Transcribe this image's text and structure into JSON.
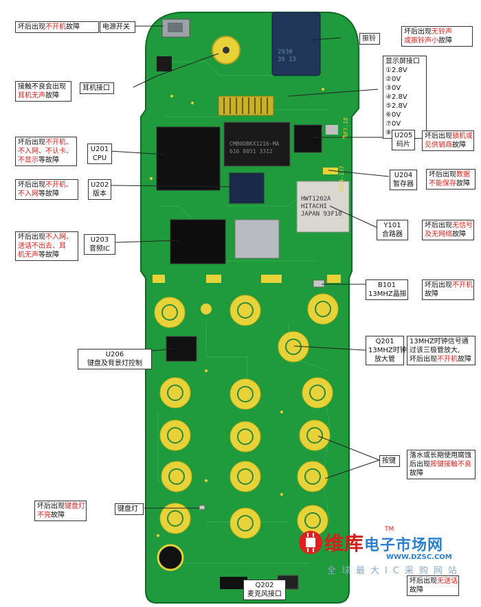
{
  "colors": {
    "board": "#1f9a3c",
    "board_dark": "#157a2c",
    "pad": "#e8d23a",
    "red": "#e0201c"
  },
  "callouts": {
    "power_switch": {
      "lines": [
        {
          "parts": [
            {
              "t": "电源开关",
              "red": false
            }
          ]
        }
      ]
    },
    "power_switch_fault": {
      "lines": [
        {
          "parts": [
            {
              "t": "坏后出现",
              "red": false
            },
            {
              "t": "不开机",
              "red": true
            },
            {
              "t": "故障",
              "red": false
            }
          ]
        }
      ]
    },
    "vibrator": {
      "lines": [
        {
          "parts": [
            {
              "t": "振铃",
              "red": false
            }
          ]
        }
      ]
    },
    "vibrator_fault": {
      "lines": [
        {
          "parts": [
            {
              "t": "坏后出现",
              "red": false
            },
            {
              "t": "无铃声",
              "red": true
            }
          ]
        },
        {
          "parts": [
            {
              "t": "或振铃声小",
              "red": true
            },
            {
              "t": "故障",
              "red": false
            }
          ]
        }
      ]
    },
    "earphone_fault": {
      "lines": [
        {
          "parts": [
            {
              "t": "接触不良会出现",
              "red": false
            }
          ]
        },
        {
          "parts": [
            {
              "t": "耳机无声",
              "red": true
            },
            {
              "t": "故障",
              "red": false
            }
          ]
        }
      ]
    },
    "earphone": {
      "lines": [
        {
          "parts": [
            {
              "t": "耳机接口",
              "red": false
            }
          ]
        }
      ]
    },
    "display_pins": {
      "lines": [
        {
          "parts": [
            {
              "t": "显示屏接口",
              "red": false
            }
          ]
        },
        {
          "parts": [
            {
              "t": "①2.8V",
              "red": false
            }
          ]
        },
        {
          "parts": [
            {
              "t": "②0V",
              "red": false
            }
          ]
        },
        {
          "parts": [
            {
              "t": "③0V",
              "red": false
            }
          ]
        },
        {
          "parts": [
            {
              "t": "④2.8V",
              "red": false
            }
          ]
        },
        {
          "parts": [
            {
              "t": "⑤2.8V",
              "red": false
            }
          ]
        },
        {
          "parts": [
            {
              "t": "⑥0V",
              "red": false
            }
          ]
        },
        {
          "parts": [
            {
              "t": "⑦0V",
              "red": false
            }
          ]
        },
        {
          "parts": [
            {
              "t": "⑧2.8V",
              "red": false
            }
          ]
        }
      ]
    },
    "u205": {
      "lines": [
        {
          "parts": [
            {
              "t": "U205",
              "red": false
            }
          ]
        },
        {
          "parts": [
            {
              "t": "码片",
              "red": false
            }
          ]
        }
      ]
    },
    "u205_fault": {
      "lines": [
        {
          "parts": [
            {
              "t": "坏后出现",
              "red": false
            },
            {
              "t": "锁机或",
              "red": true
            }
          ]
        },
        {
          "parts": [
            {
              "t": "见供销商",
              "red": true
            },
            {
              "t": "故障",
              "red": false
            }
          ]
        }
      ]
    },
    "u201_fault": {
      "lines": [
        {
          "parts": [
            {
              "t": "坏后出现",
              "red": false
            },
            {
              "t": "不开机、",
              "red": true
            }
          ]
        },
        {
          "parts": [
            {
              "t": "不入网、不认卡、",
              "red": true
            }
          ]
        },
        {
          "parts": [
            {
              "t": "不显示",
              "red": true
            },
            {
              "t": "等故障",
              "red": false
            }
          ]
        }
      ]
    },
    "u201": {
      "lines": [
        {
          "parts": [
            {
              "t": "U201",
              "red": false
            }
          ]
        },
        {
          "parts": [
            {
              "t": "CPU",
              "red": false
            }
          ]
        }
      ]
    },
    "u204": {
      "lines": [
        {
          "parts": [
            {
              "t": "U204",
              "red": false
            }
          ]
        },
        {
          "parts": [
            {
              "t": "暂存器",
              "red": false
            }
          ]
        }
      ]
    },
    "u204_fault": {
      "lines": [
        {
          "parts": [
            {
              "t": "坏后出现",
              "red": false
            },
            {
              "t": "数据",
              "red": true
            }
          ]
        },
        {
          "parts": [
            {
              "t": "不能保存",
              "red": true
            },
            {
              "t": "故障",
              "red": false
            }
          ]
        }
      ]
    },
    "u202_fault": {
      "lines": [
        {
          "parts": [
            {
              "t": "坏后出现",
              "red": false
            },
            {
              "t": "不开机、",
              "red": true
            }
          ]
        },
        {
          "parts": [
            {
              "t": "不入网",
              "red": true
            },
            {
              "t": "等故障",
              "red": false
            }
          ]
        }
      ]
    },
    "u202": {
      "lines": [
        {
          "parts": [
            {
              "t": "U202",
              "red": false
            }
          ]
        },
        {
          "parts": [
            {
              "t": "版本",
              "red": false
            }
          ]
        }
      ]
    },
    "y101": {
      "lines": [
        {
          "parts": [
            {
              "t": "Y101",
              "red": false
            }
          ]
        },
        {
          "parts": [
            {
              "t": "合路器",
              "red": false
            }
          ]
        }
      ]
    },
    "y101_fault": {
      "lines": [
        {
          "parts": [
            {
              "t": "坏后出现",
              "red": false
            },
            {
              "t": "无信号",
              "red": true
            }
          ]
        },
        {
          "parts": [
            {
              "t": "及无网络",
              "red": true
            },
            {
              "t": "故障",
              "red": false
            }
          ]
        }
      ]
    },
    "u203_fault": {
      "lines": [
        {
          "parts": [
            {
              "t": "坏后出现",
              "red": false
            },
            {
              "t": "不入网、",
              "red": true
            }
          ]
        },
        {
          "parts": [
            {
              "t": "送话不出去、耳",
              "red": true
            }
          ]
        },
        {
          "parts": [
            {
              "t": "机无声",
              "red": true
            },
            {
              "t": "等故障",
              "red": false
            }
          ]
        }
      ]
    },
    "u203": {
      "lines": [
        {
          "parts": [
            {
              "t": "U203",
              "red": false
            }
          ]
        },
        {
          "parts": [
            {
              "t": "音频IC",
              "red": false
            }
          ]
        }
      ]
    },
    "b101": {
      "lines": [
        {
          "parts": [
            {
              "t": "B101",
              "red": false
            }
          ]
        },
        {
          "parts": [
            {
              "t": "13MHZ晶振",
              "red": false
            }
          ]
        }
      ]
    },
    "b101_fault": {
      "lines": [
        {
          "parts": [
            {
              "t": "坏后出现",
              "red": false
            },
            {
              "t": "不开机",
              "red": true
            }
          ]
        },
        {
          "parts": [
            {
              "t": "故障",
              "red": false
            }
          ]
        }
      ]
    },
    "q201": {
      "lines": [
        {
          "parts": [
            {
              "t": "Q201",
              "red": false
            }
          ]
        },
        {
          "parts": [
            {
              "t": "13MHZ时钟",
              "red": false
            }
          ]
        },
        {
          "parts": [
            {
              "t": "放大管",
              "red": false
            }
          ]
        }
      ]
    },
    "q201_fault": {
      "lines": [
        {
          "parts": [
            {
              "t": "13MHZ时钟信号通",
              "red": false
            }
          ]
        },
        {
          "parts": [
            {
              "t": "过该三极管放大,",
              "red": false
            }
          ]
        },
        {
          "parts": [
            {
              "t": "坏后出现",
              "red": false
            },
            {
              "t": "不开机",
              "red": true
            },
            {
              "t": "故障",
              "red": false
            }
          ]
        }
      ]
    },
    "u206": {
      "lines": [
        {
          "parts": [
            {
              "t": "U206",
              "red": false
            }
          ]
        },
        {
          "parts": [
            {
              "t": "键盘及背景灯控制",
              "red": false
            }
          ]
        }
      ]
    },
    "keys": {
      "lines": [
        {
          "parts": [
            {
              "t": "按键",
              "red": false
            }
          ]
        }
      ]
    },
    "keys_fault": {
      "lines": [
        {
          "parts": [
            {
              "t": "落水或长期使用腐蚀",
              "red": false
            }
          ]
        },
        {
          "parts": [
            {
              "t": "后出现",
              "red": false
            },
            {
              "t": "按键接触不良",
              "red": true
            }
          ]
        },
        {
          "parts": [
            {
              "t": "故障",
              "red": false
            }
          ]
        }
      ]
    },
    "keylight_fault": {
      "lines": [
        {
          "parts": [
            {
              "t": "坏后出现",
              "red": false
            },
            {
              "t": "键盘灯",
              "red": true
            }
          ]
        },
        {
          "parts": [
            {
              "t": "不亮",
              "red": true
            },
            {
              "t": "故障",
              "red": false
            }
          ]
        }
      ]
    },
    "keylight": {
      "lines": [
        {
          "parts": [
            {
              "t": "键盘灯",
              "red": false
            }
          ]
        }
      ]
    },
    "q202": {
      "lines": [
        {
          "parts": [
            {
              "t": "Q202",
              "red": false
            }
          ]
        },
        {
          "parts": [
            {
              "t": "麦克风接口",
              "red": false
            }
          ]
        }
      ]
    },
    "q202_fault": {
      "lines": [
        {
          "parts": [
            {
              "t": "坏后出现",
              "red": false
            },
            {
              "t": "无送话",
              "red": true
            }
          ]
        },
        {
          "parts": [
            {
              "t": "故障",
              "red": false
            }
          ]
        }
      ]
    }
  },
  "chip_markings": {
    "vibrator_chip": "2930\n39 13",
    "cpu_chip": "CMB0DBKX1216-MA\n616 8051 3312",
    "combiner": "HWT1202A\nHITACHI\nJAPAN  93F10",
    "board_code": "0SC4-107",
    "board_code2": "0F7.18"
  },
  "watermark": {
    "brand_a": "维库",
    "brand_b": "电子市场网",
    "tm": "TM",
    "url": "WWW.DZSC.COM",
    "slogan": "全球最大IC采购网站"
  }
}
